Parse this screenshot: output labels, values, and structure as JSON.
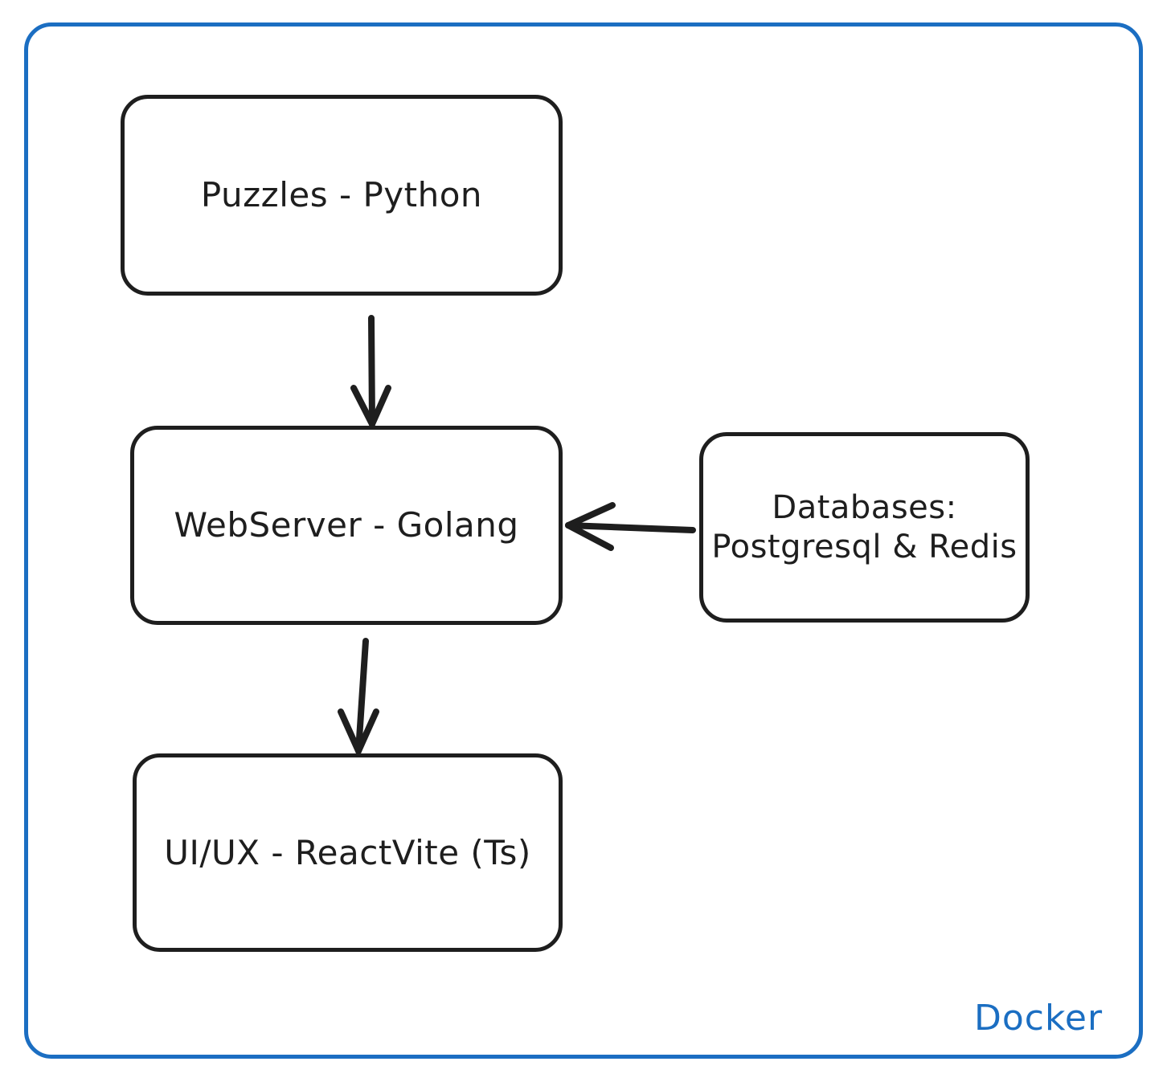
{
  "diagram": {
    "title": "Docker",
    "boundary": {
      "label": "Docker",
      "color": "#1b6ec2",
      "style": "rounded-rectangle"
    },
    "node_color": "#1e1e1e",
    "background": "#ffffff",
    "nodes": [
      {
        "id": "puzzles",
        "label": "Puzzles - Python",
        "shape": "rounded-rectangle"
      },
      {
        "id": "webserver",
        "label": "WebServer - Golang",
        "shape": "rounded-rectangle"
      },
      {
        "id": "databases",
        "label": "Databases:\nPostgresql & Redis",
        "shape": "rounded-rectangle"
      },
      {
        "id": "uiux",
        "label": "UI/UX - ReactVite (Ts)",
        "shape": "rounded-rectangle"
      }
    ],
    "edges": [
      {
        "id": "puzzles-to-webserver",
        "from": "puzzles",
        "to": "webserver",
        "direction": "down",
        "label": ""
      },
      {
        "id": "databases-to-webserver",
        "from": "databases",
        "to": "webserver",
        "direction": "left",
        "label": ""
      },
      {
        "id": "webserver-to-uiux",
        "from": "webserver",
        "to": "uiux",
        "direction": "down",
        "label": ""
      }
    ]
  }
}
